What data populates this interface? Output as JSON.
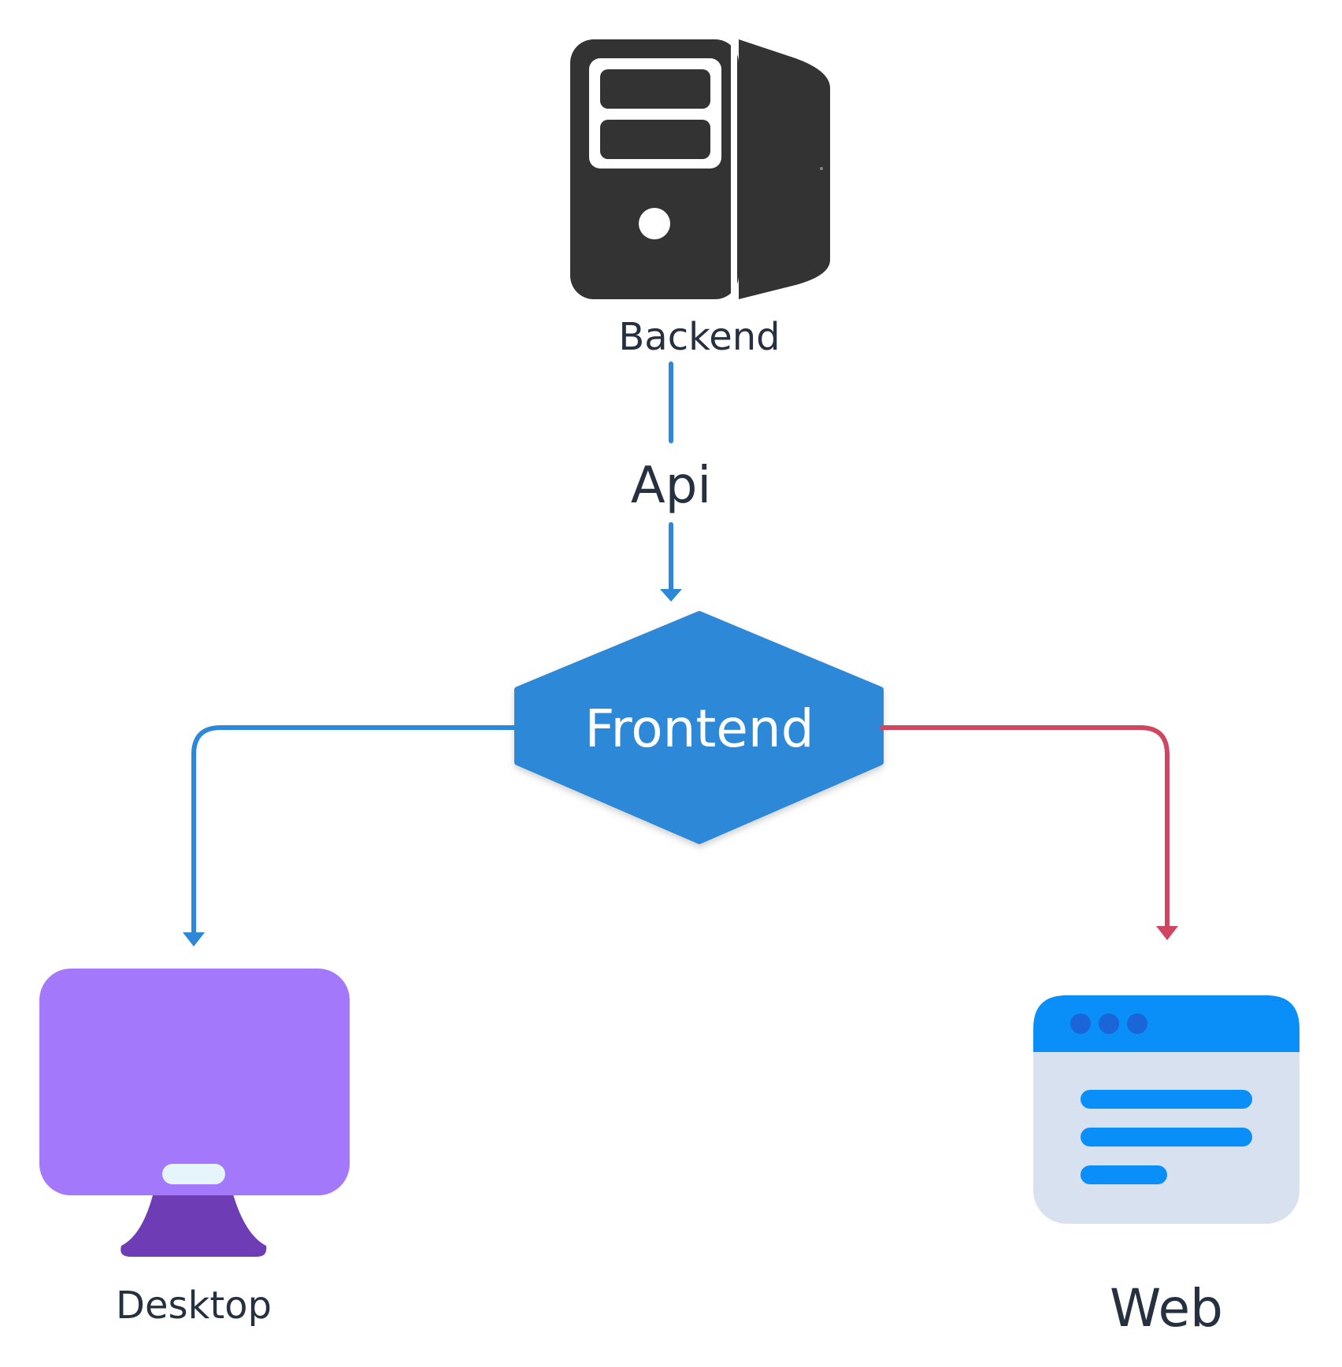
{
  "nodes": {
    "backend": {
      "label": "Backend",
      "icon": "server-tower-icon"
    },
    "api": {
      "label": "Api"
    },
    "frontend": {
      "label": "Frontend",
      "shape": "hexagon"
    },
    "desktop": {
      "label": "Desktop",
      "icon": "desktop-monitor-icon"
    },
    "web": {
      "label": "Web",
      "icon": "browser-window-icon"
    }
  },
  "edges": [
    {
      "from": "Backend",
      "to": "Frontend",
      "via": "Api",
      "color": "#2d88d8"
    },
    {
      "from": "Frontend",
      "to": "Desktop",
      "color": "#2d88d8"
    },
    {
      "from": "Frontend",
      "to": "Web",
      "color": "#d04560"
    }
  ],
  "colors": {
    "text": "#253041",
    "server": "#333333",
    "frontend_fill": "#2d88d8",
    "frontend_text": "#ffffff",
    "edge_blue": "#2d88d8",
    "edge_red": "#d04560",
    "desktop_screen": "#a478fb",
    "desktop_stand": "#6e3db5",
    "desktop_button": "#e6f4fb",
    "browser_bar": "#0a8ff9",
    "browser_body": "#d8e1ef",
    "browser_dots": "#1a66d8",
    "browser_lines": "#0a8ff9"
  }
}
